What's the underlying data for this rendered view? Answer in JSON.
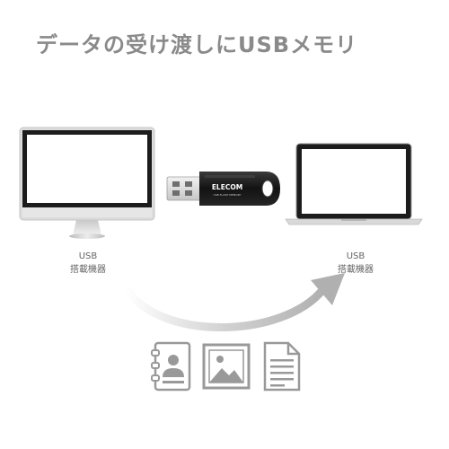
{
  "title": "データの受け渡しにUSBメモリ",
  "usb_stick": {
    "brand": "ELECOM",
    "subtext": "USB FLASH MEMORY"
  },
  "left_device": {
    "line1": "USB",
    "line2": "搭載機器"
  },
  "right_device": {
    "line1": "USB",
    "line2": "搭載機器"
  },
  "colors": {
    "title": "#8a8a8a",
    "label": "#666666",
    "icon": "#999999",
    "usb_body": "#1e1e1e",
    "arrow_gray": "#b0b0b0"
  },
  "icons": [
    "contacts-icon",
    "image-icon",
    "document-icon"
  ]
}
